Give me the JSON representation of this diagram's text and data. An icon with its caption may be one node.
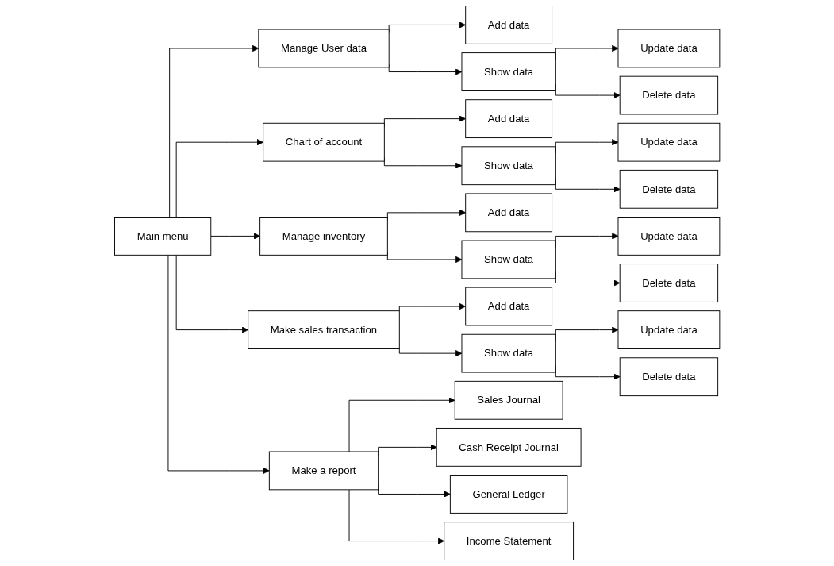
{
  "diagram": {
    "nodes": [
      {
        "text": [
          "Main menu"
        ]
      },
      {
        "text": [
          "Manage User data"
        ]
      },
      {
        "text": [
          "Add data"
        ]
      },
      {
        "text": [
          "Show data"
        ]
      },
      {
        "text": [
          "Update data"
        ]
      },
      {
        "text": [
          "Delete data"
        ]
      },
      {
        "text": [
          "Chart of account"
        ]
      },
      {
        "text": [
          "Add data"
        ]
      },
      {
        "text": [
          "Show data"
        ]
      },
      {
        "text": [
          "Update data"
        ]
      },
      {
        "text": [
          "Delete data"
        ]
      },
      {
        "text": [
          "Manage inventory"
        ]
      },
      {
        "text": [
          "Add data"
        ]
      },
      {
        "text": [
          "Show data"
        ]
      },
      {
        "text": [
          "Update data"
        ]
      },
      {
        "text": [
          "Delete data"
        ]
      },
      {
        "text": [
          "Make sales transaction"
        ]
      },
      {
        "text": [
          "Add data"
        ]
      },
      {
        "text": [
          "Show data"
        ]
      },
      {
        "text": [
          "Update data"
        ]
      },
      {
        "text": [
          "Delete data"
        ]
      },
      {
        "text": [
          "Make a report"
        ]
      },
      {
        "text": [
          "Sales Journal"
        ]
      },
      {
        "text": [
          "Cash Receipt Journal"
        ]
      },
      {
        "text": [
          "General Ledger"
        ]
      },
      {
        "text": [
          "Income Statement"
        ]
      }
    ],
    "edges": [
      {
        "from": 0,
        "to": 1,
        "arrow": "to"
      },
      {
        "from": 0,
        "to": 6,
        "arrow": "to"
      },
      {
        "from": 0,
        "to": 11,
        "arrow": "to"
      },
      {
        "from": 0,
        "to": 16,
        "arrow": "to"
      },
      {
        "from": 0,
        "to": 21,
        "arrow": "to"
      },
      {
        "from": 1,
        "to": 2,
        "arrow": "to"
      },
      {
        "from": 1,
        "to": 3,
        "arrow": "to"
      },
      {
        "from": 3,
        "to": 4,
        "arrow": "to"
      },
      {
        "from": 3,
        "to": 5,
        "arrow": "to"
      },
      {
        "from": 6,
        "to": 7,
        "arrow": "to"
      },
      {
        "from": 6,
        "to": 8,
        "arrow": "to"
      },
      {
        "from": 8,
        "to": 9,
        "arrow": "to"
      },
      {
        "from": 8,
        "to": 10,
        "arrow": "to"
      },
      {
        "from": 11,
        "to": 12,
        "arrow": "to"
      },
      {
        "from": 11,
        "to": 13,
        "arrow": "to"
      },
      {
        "from": 13,
        "to": 14,
        "arrow": "to"
      },
      {
        "from": 13,
        "to": 15,
        "arrow": "to"
      },
      {
        "from": 16,
        "to": 17,
        "arrow": "to"
      },
      {
        "from": 16,
        "to": 18,
        "arrow": "to"
      },
      {
        "from": 18,
        "to": 19,
        "arrow": "to"
      },
      {
        "from": 18,
        "to": 20,
        "arrow": "to"
      },
      {
        "from": 21,
        "to": 22,
        "arrow": "to"
      },
      {
        "from": 21,
        "to": 23,
        "arrow": "to"
      },
      {
        "from": 21,
        "to": 24,
        "arrow": "to"
      },
      {
        "from": 21,
        "to": 25,
        "arrow": "to"
      }
    ]
  }
}
